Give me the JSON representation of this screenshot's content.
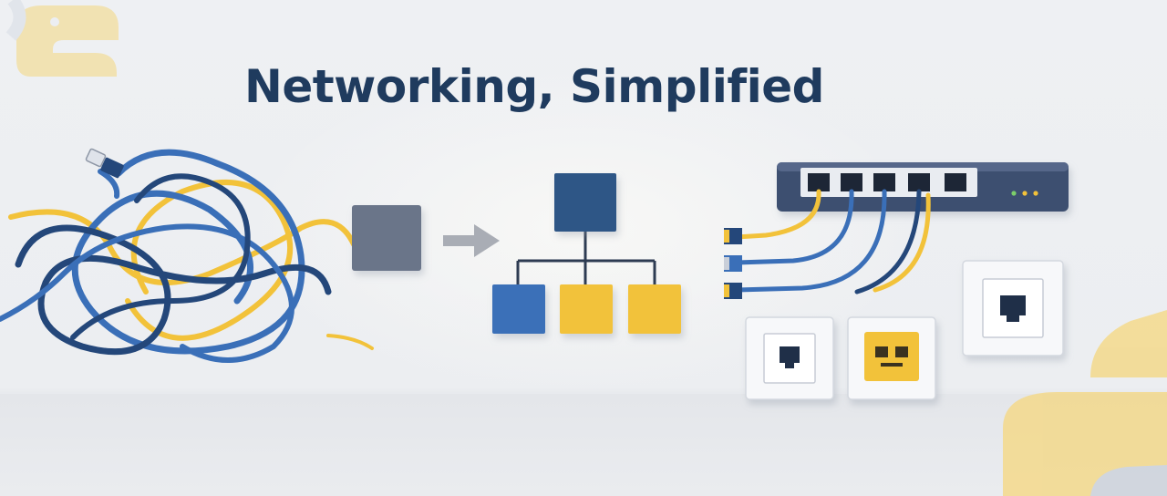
{
  "title": "Networking, Simplified",
  "colors": {
    "navy": "#1f3b5e",
    "blue": "#3a6fb8",
    "dark_blue": "#24477a",
    "yellow": "#f2c23a",
    "gray_box": "#6b7489",
    "arrow": "#a9adb5"
  },
  "icons": {
    "logo": "python-logo",
    "tangle": "tangled-cables",
    "hierarchy": "network-hierarchy",
    "switch": "network-switch",
    "ports": "ethernet-wall-port"
  }
}
